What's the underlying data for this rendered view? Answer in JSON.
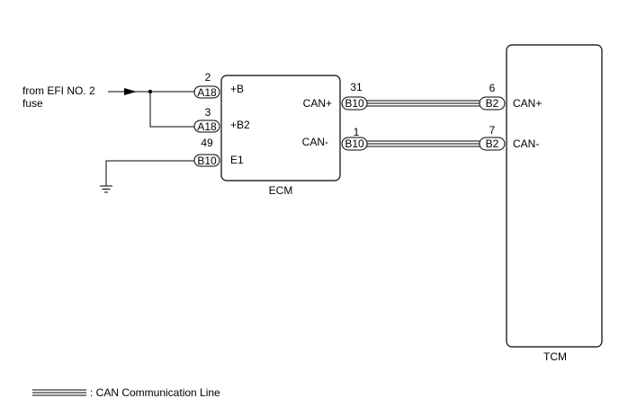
{
  "source_label": {
    "line1": "from EFI NO. 2",
    "line2": "fuse"
  },
  "ecm": {
    "name": "ECM",
    "pins": [
      {
        "num": "2",
        "conn": "A18",
        "label": "+B"
      },
      {
        "num": "3",
        "conn": "A18",
        "label": "+B2"
      },
      {
        "num": "49",
        "conn": "B10",
        "label": "E1"
      }
    ],
    "can_pins": [
      {
        "num": "31",
        "conn": "B10",
        "label": "CAN+"
      },
      {
        "num": "1",
        "conn": "B10",
        "label": "CAN-"
      }
    ]
  },
  "tcm": {
    "name": "TCM",
    "pins": [
      {
        "num": "6",
        "conn": "B2",
        "label": "CAN+"
      },
      {
        "num": "7",
        "conn": "B2",
        "label": "CAN-"
      }
    ]
  },
  "legend": {
    "text": ": CAN Communication Line"
  }
}
